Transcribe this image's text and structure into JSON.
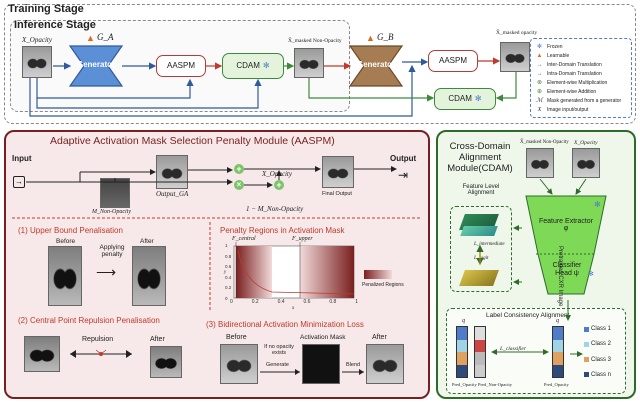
{
  "top": {
    "training_title": "Training Stage",
    "inference_title": "Inference Stage",
    "x_opacity": "X_Opacity",
    "g_a": "G_A",
    "g_b": "G_B",
    "generator": "Generator",
    "aaspm": "AASPM",
    "cdam": "CDAM",
    "x_masked_non_opacity": "X̂_masked Non-Opacity",
    "x_masked_opacity": "X̂_masked opacity",
    "legend": [
      {
        "icon": "snowflake-icon",
        "text": "Frozen"
      },
      {
        "icon": "flame-icon",
        "text": "Learnable"
      },
      {
        "icon": "orange-arrow",
        "text": "Inter-Domain Translation"
      },
      {
        "icon": "blue-arrow",
        "text": "Intra-Domain Translation"
      },
      {
        "icon": "multiply-icon",
        "text": "Element-wise Multiplication"
      },
      {
        "icon": "plus-icon",
        "text": "Element-wise Addition"
      },
      {
        "icon": "m-icon",
        "text": "Mask generated from a generator"
      },
      {
        "icon": "x-icon",
        "text": "Image input/output"
      }
    ]
  },
  "aaspm_panel": {
    "title": "Adaptive Activation Mask Selection Penalty Module (AASPM)",
    "input": "Input",
    "output": "Output",
    "m_non_opacity": "M_Non-Opacity",
    "output_ga": "Output_GA",
    "x_opacity": "X_Opacity",
    "one_minus": "1 − M_Non-Opacity",
    "m_non_opacity_small": "M_Non-Opacity",
    "final_output": "Final Output",
    "upper_bound": "(1) Upper Bound Penalisation",
    "before": "Before",
    "after": "After",
    "applying_penalty": "Applying penalty",
    "penalty_regions_title": "Penalty Regions in Activation Mask",
    "f_central": "F_central",
    "f_upper": "F_upper",
    "penalized_regions": "Penalized Regions",
    "central_point": "(2) Central Point Repulsion Penalisation",
    "repulsion": "Repulsion",
    "bidirectional": "(3) Bidirectional Activation Minimization Loss",
    "activation_mask": "Activation Mask",
    "if_no_opacity": "If no opacity exists",
    "generate": "Generate",
    "blend": "Blend",
    "ticks_x": [
      "0",
      "0.2",
      "0.4",
      "0.6",
      "0.8",
      "1"
    ],
    "ticks_y": [
      "0",
      "0.2",
      "0.4",
      "0.6",
      "0.8",
      "1"
    ],
    "y_axis_label": "y",
    "x_axis_label": "x"
  },
  "cdam_panel": {
    "title": "Cross-Domain Alignment Module(CDAM)",
    "x_masked_non_opacity": "X̂_masked Non-Opacity",
    "x_opacity": "X_Opacity",
    "feature_level_alignment": "Feature Level Alignment",
    "l_intermediate": "L_intermediate",
    "l_logit": "L_logit",
    "feature_extractor": "Feature Extractor φ",
    "classifier_head": "Classifier Head ψ",
    "pretrained_label": "Pretrained CXR Image Disease Classifier C",
    "label_consistency": "Label Consistency Alignment",
    "l_classifier": "L_classifier",
    "pred_opacity": "Pred_Opacity",
    "pred_non_opacity": "Pred_Non-Opacity",
    "q": "q",
    "classes": [
      "Class 1",
      "Class 2",
      "Class 3",
      "Class n"
    ]
  }
}
